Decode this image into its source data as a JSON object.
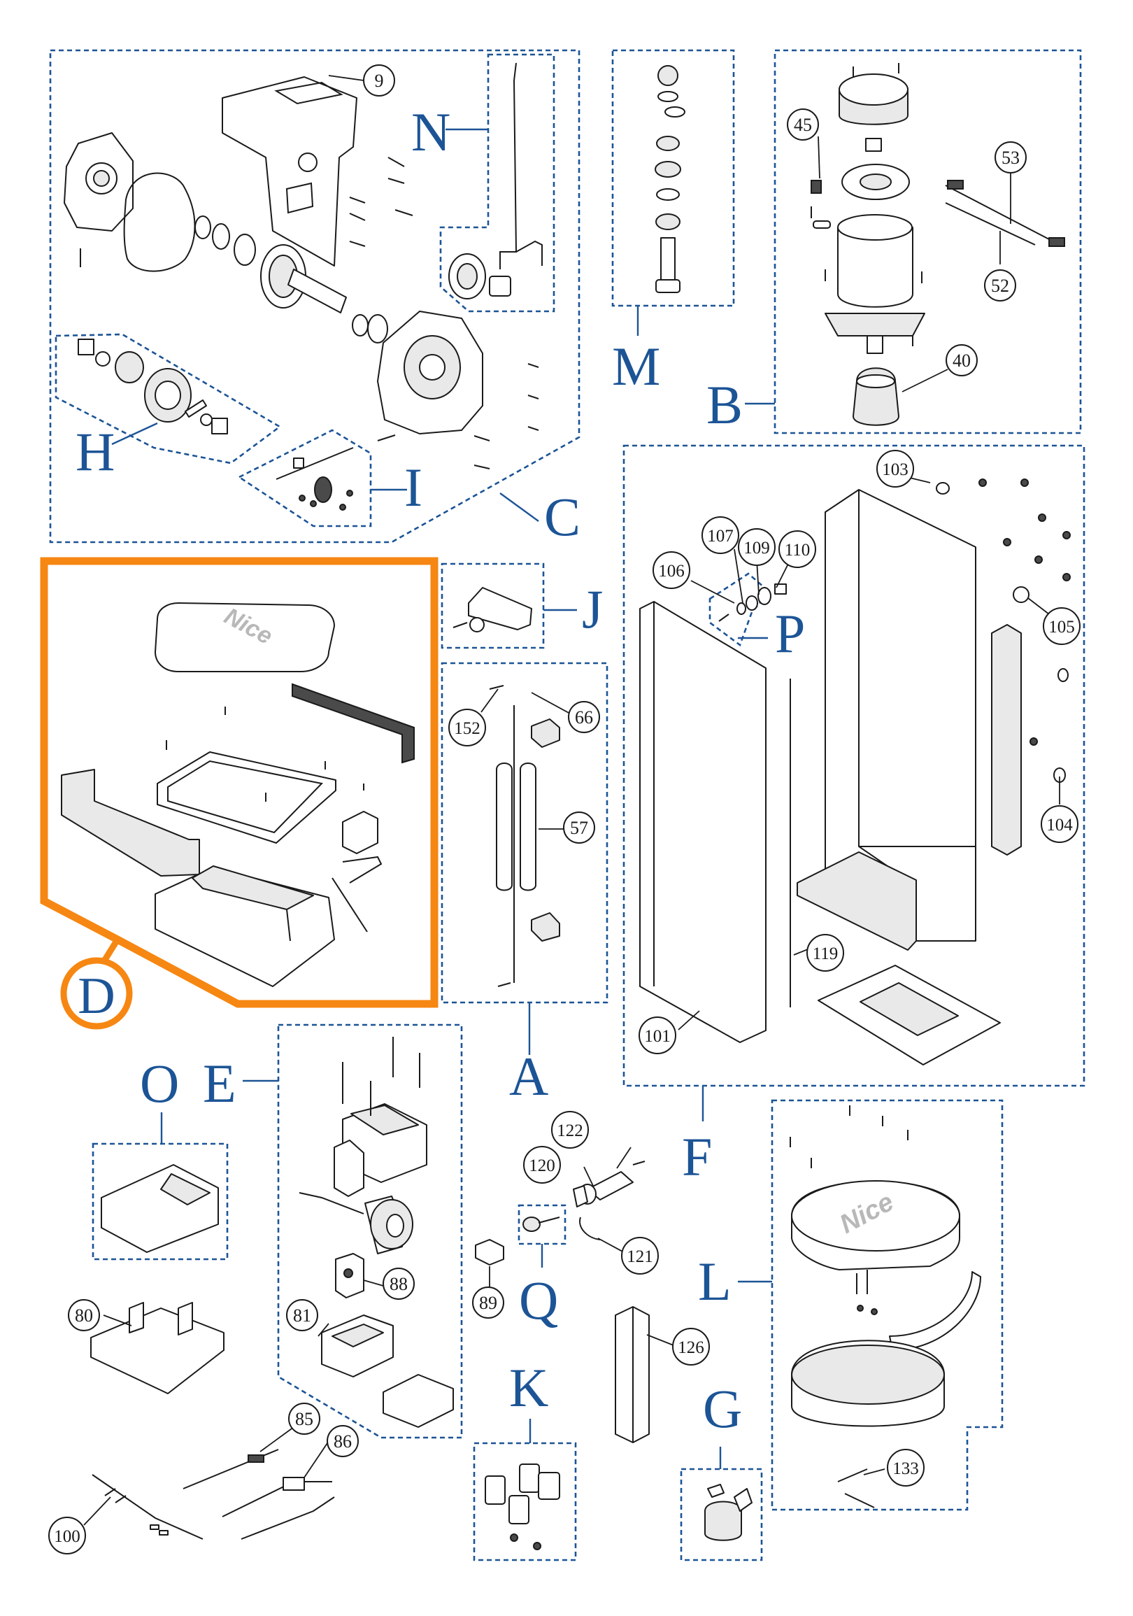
{
  "groups": {
    "N": "N",
    "M": "M",
    "B": "B",
    "H": "H",
    "I": "I",
    "C": "C",
    "J": "J",
    "P": "P",
    "D": "D",
    "A": "A",
    "O": "O",
    "E": "E",
    "F": "F",
    "Q": "Q",
    "L": "L",
    "K": "K",
    "G": "G"
  },
  "callouts": {
    "c9": "9",
    "c45": "45",
    "c53": "53",
    "c52": "52",
    "c40": "40",
    "c103": "103",
    "c107": "107",
    "c109": "109",
    "c110": "110",
    "c106": "106",
    "c105": "105",
    "c104": "104",
    "c119": "119",
    "c101": "101",
    "c152": "152",
    "c66": "66",
    "c57": "57",
    "c122": "122",
    "c120": "120",
    "c121": "121",
    "c89": "89",
    "c126": "126",
    "c88": "88",
    "c81": "81",
    "c80": "80",
    "c85": "85",
    "c86": "86",
    "c100": "100",
    "c133": "133"
  },
  "logos": {
    "cover": "Nice",
    "dome": "Nice"
  },
  "colors": {
    "group_frame": "#1c5496",
    "highlight": "#f68712",
    "line": "#1a1a1a"
  }
}
